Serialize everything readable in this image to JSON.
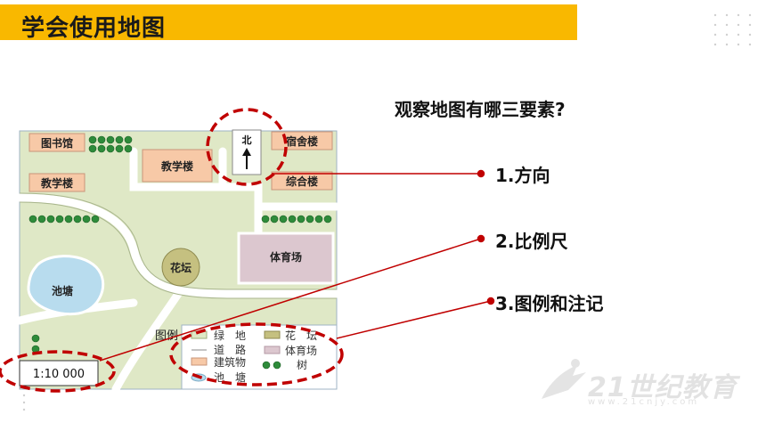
{
  "header": {
    "title": "学会使用地图"
  },
  "question": "观察地图有哪三要素?",
  "elements": [
    {
      "num": "1.",
      "label": "方向"
    },
    {
      "num": "2.",
      "label": "比例尺"
    },
    {
      "num": "3.",
      "label": "图例和注记"
    }
  ],
  "map": {
    "buildings": {
      "library": "图书馆",
      "teaching_left": "教学楼",
      "teaching_center": "教学楼",
      "dormitory": "宿舍楼",
      "complex": "综合楼",
      "gym": "体育场",
      "flower_bed": "花坛",
      "pond": "池塘"
    },
    "north_label": "北",
    "scale": "1:10 000",
    "legend": {
      "title": "图例",
      "items": [
        "绿　地",
        "道　路",
        "建筑物",
        "池　塘",
        "花　坛",
        "体育场",
        "树"
      ]
    }
  },
  "colors": {
    "title_bar": "#f9b800",
    "highlight": "#c00000",
    "green_land": "#dfe8c6",
    "building": "#f7c9a7",
    "gym": "#dcc7cf",
    "pond": "#b8dcee",
    "tree": "#2e8b3a"
  },
  "watermark": {
    "text": "21世纪教育",
    "url": "www.21cnjy.com"
  }
}
